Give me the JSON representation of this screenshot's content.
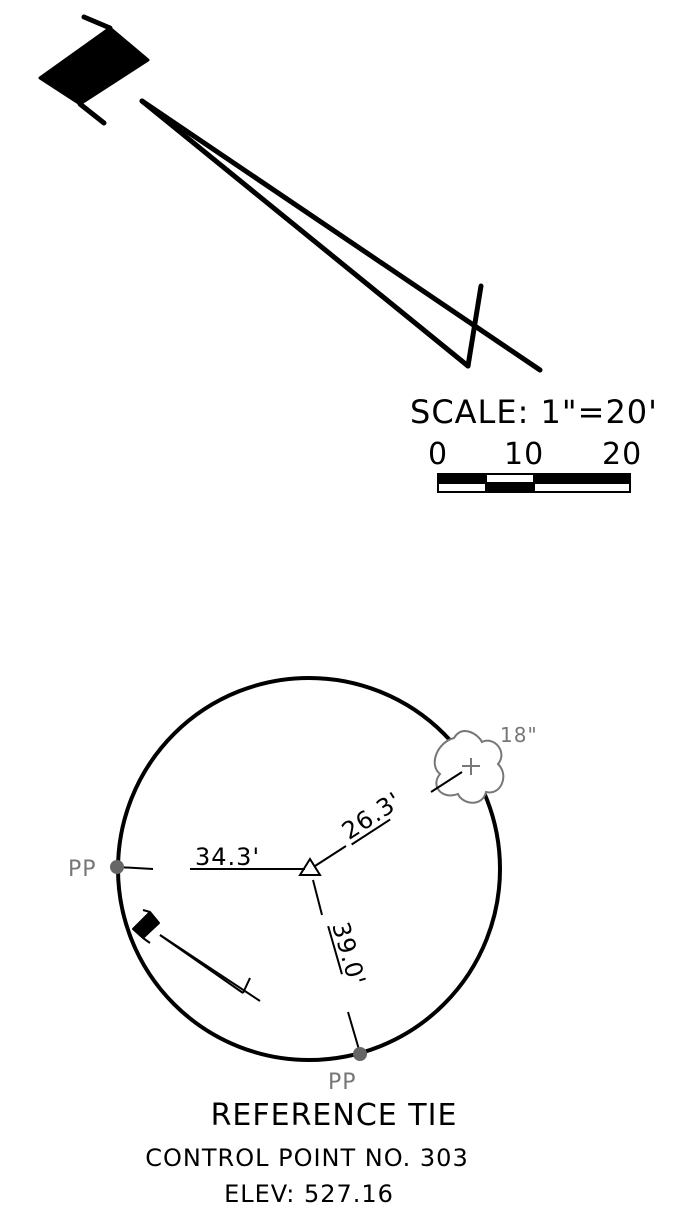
{
  "colors": {
    "ink": "#000000",
    "gray": "#777777",
    "point_fill": "#666666",
    "background": "#ffffff"
  },
  "north_arrow_icon": "north-arrow-icon",
  "scale": {
    "label": "SCALE:  1\"=20'",
    "ticks": [
      "0",
      "10",
      "20"
    ]
  },
  "tie": {
    "tree_size": "18\"",
    "pp_left_label": "PP",
    "pp_bottom_label": "PP",
    "dist_left": "34.3'",
    "dist_upper_right": "26.3'",
    "dist_bottom": "39.0'",
    "title": "REFERENCE TIE",
    "control_point": "CONTROL POINT NO. 303",
    "elevation": "ELEV: 527.16"
  }
}
